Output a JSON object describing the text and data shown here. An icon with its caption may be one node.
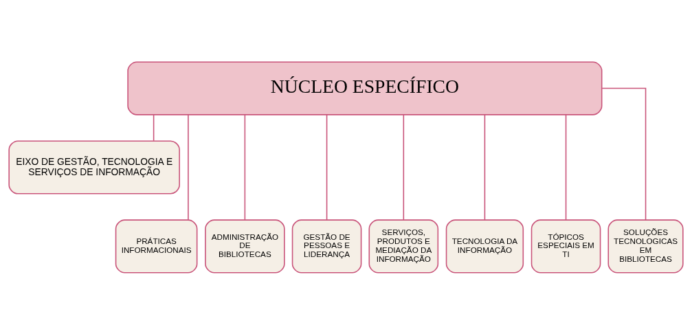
{
  "diagram": {
    "nodes": [
      {
        "text": [
          "NÚCLEO ESPECÍFICO"
        ]
      },
      {
        "text": [
          "EIXO DE GESTÃO, TECNOLOGIA E SERVIÇOS DE INFORMAÇÃO"
        ]
      },
      {
        "text": [
          "PRÁTICAS INFORMACIONAIS"
        ]
      },
      {
        "text": [
          "ADMINISTRAÇÃO DE BIBLIOTECAS"
        ]
      },
      {
        "text": [
          "GESTÃO DE PESSOAS E LIDERANÇA"
        ]
      },
      {
        "text": [
          "SERVIÇOS, PRODUTOS E MEDIAÇÃO DA INFORMAÇÃO"
        ]
      },
      {
        "text": [
          "TECNOLOGIA DA INFORMAÇÃO"
        ]
      },
      {
        "text": [
          "TÓPICOS ESPECIAIS EM TI"
        ]
      },
      {
        "text": [
          "SOLUÇÕES TECNOLOGICAS EM BIBLIOTECAS"
        ]
      }
    ],
    "edges": [
      {
        "from": 0,
        "to": 1,
        "arrow": "none"
      },
      {
        "from": 0,
        "to": 2,
        "arrow": "none"
      },
      {
        "from": 0,
        "to": 3,
        "arrow": "none"
      },
      {
        "from": 0,
        "to": 4,
        "arrow": "none"
      },
      {
        "from": 0,
        "to": 5,
        "arrow": "none"
      },
      {
        "from": 0,
        "to": 6,
        "arrow": "none"
      },
      {
        "from": 0,
        "to": 7,
        "arrow": "none"
      },
      {
        "from": 0,
        "to": 8,
        "arrow": "none"
      }
    ]
  }
}
